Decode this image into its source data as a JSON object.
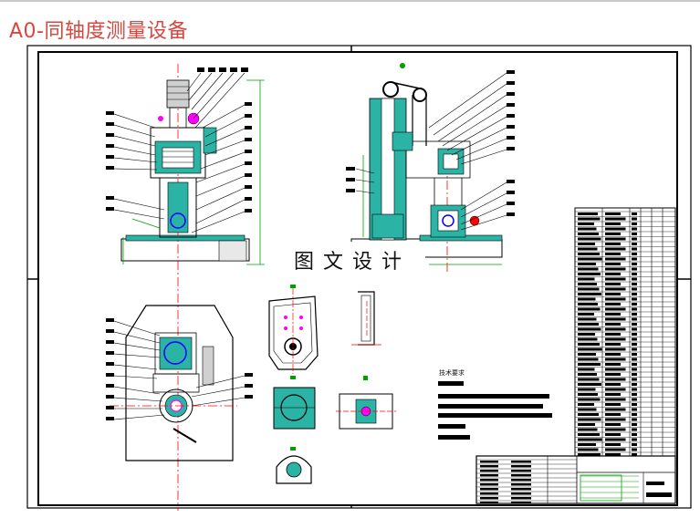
{
  "header": {
    "title": "A0-同轴度测量设备"
  },
  "watermark": {
    "text": "图文设计"
  },
  "drawing": {
    "tech_requirements_label": "技术要求",
    "line_color": "#000000",
    "outline_color": "#0000ff",
    "section_fill": "#2bb3a6",
    "magenta": "#ff00ff",
    "red": "#ff0000",
    "green": "#00a000",
    "title_color": "#d9463e"
  }
}
